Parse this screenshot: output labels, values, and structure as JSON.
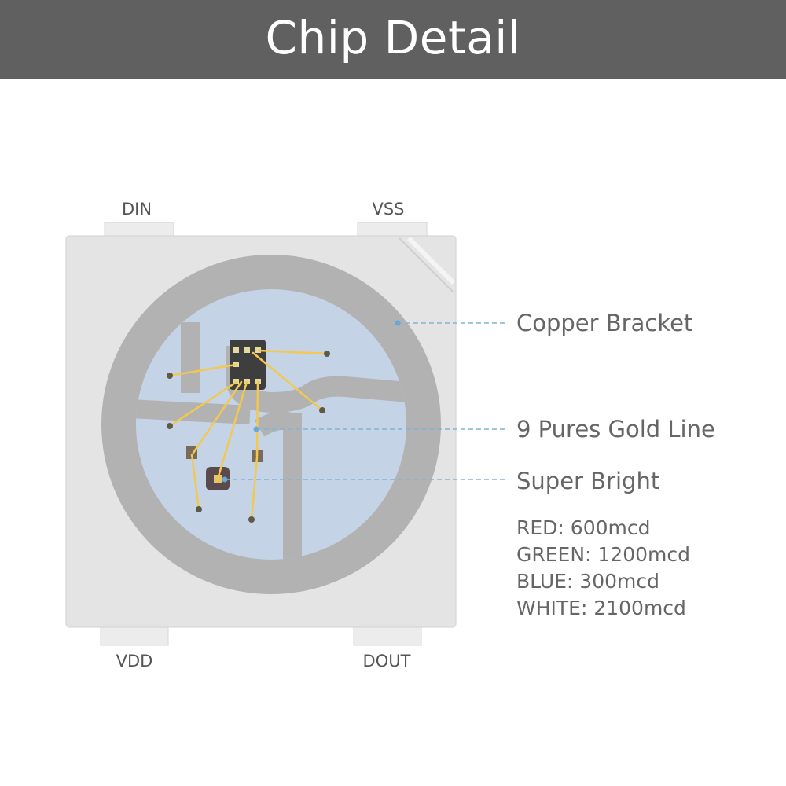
{
  "header": {
    "title": "Chip Detail"
  },
  "pins": {
    "din": "DIN",
    "vss": "VSS",
    "vdd": "VDD",
    "dout": "DOUT"
  },
  "callouts": {
    "copper_bracket": "Copper Bracket",
    "gold_line": "9 Pures Gold Line",
    "super_bright": "Super Bright"
  },
  "specs": [
    "RED: 600mcd",
    "GREEN: 1200mcd",
    "BLUE: 300mcd",
    "WHITE: 2100mcd"
  ],
  "colors": {
    "header_bg": "#606060",
    "chip_body": "#e4e4e4",
    "ring": "#b0b0b0",
    "lens": "#c5d3e6",
    "gold_wire": "#f2c94c",
    "leader_line": "#7fb3d9"
  }
}
